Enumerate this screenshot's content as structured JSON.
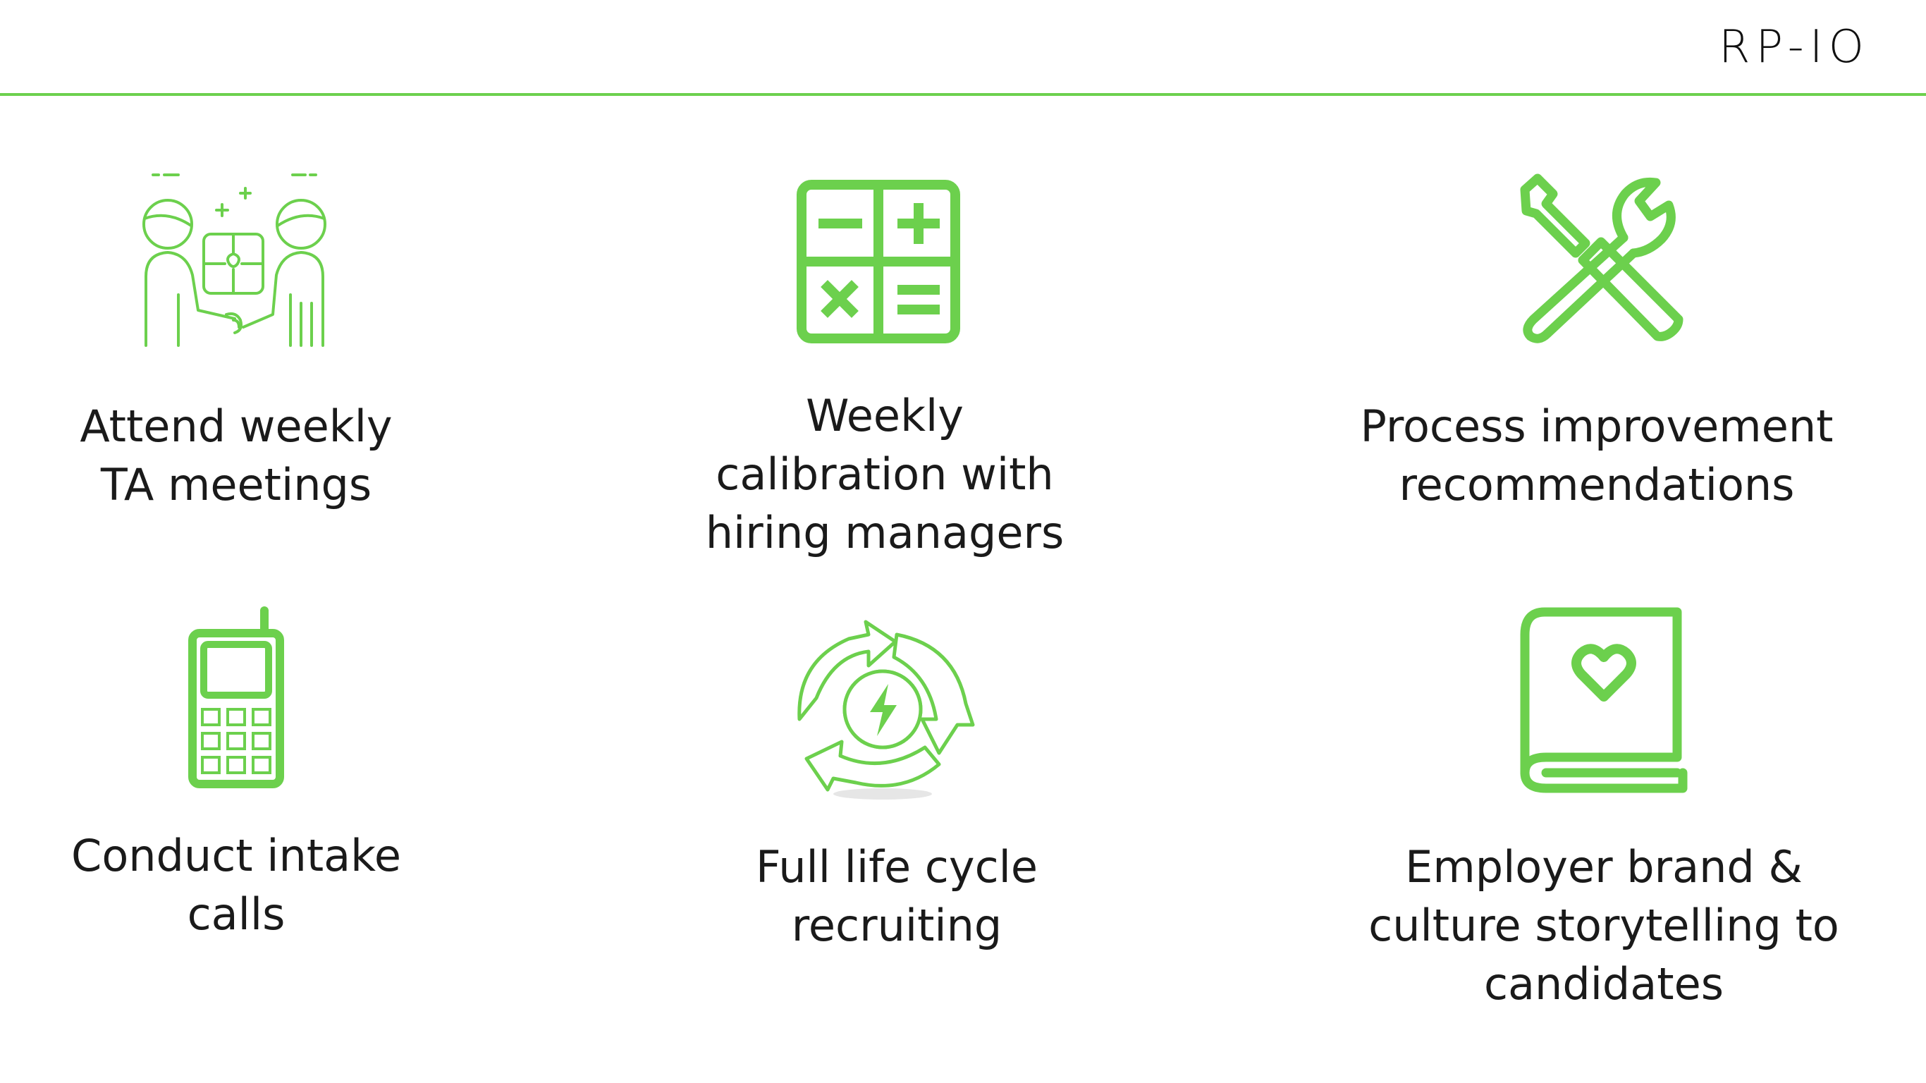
{
  "brand": "RP-IO",
  "colors": {
    "accent": "#6cd04d",
    "text": "#1a1a1a"
  },
  "items": [
    {
      "icon": "puzzle-handshake-icon",
      "lines": [
        "Attend weekly",
        "TA meetings"
      ]
    },
    {
      "icon": "calculator-icon",
      "lines": [
        "Weekly",
        "calibration with",
        "hiring managers"
      ]
    },
    {
      "icon": "tools-icon",
      "lines": [
        "Process improvement",
        "recommendations"
      ]
    },
    {
      "icon": "mobile-phone-icon",
      "lines": [
        "Conduct intake",
        "calls"
      ]
    },
    {
      "icon": "energy-cycle-icon",
      "lines": [
        "Full life cycle",
        "recruiting"
      ]
    },
    {
      "icon": "heart-book-icon",
      "lines": [
        "Employer brand &",
        "culture storytelling to",
        "candidates"
      ]
    }
  ]
}
